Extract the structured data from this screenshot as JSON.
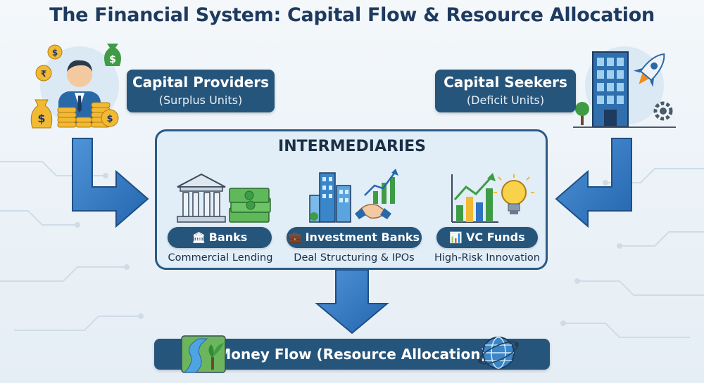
{
  "title": "The Financial System: Capital Flow & Resource Allocation",
  "providers": {
    "label": "Capital Providers",
    "sublabel": "(Surplus Units)"
  },
  "seekers": {
    "label": "Capital Seekers",
    "sublabel": "(Deficit Units)"
  },
  "intermediaries": {
    "title": "INTERMEDIARIES",
    "items": [
      {
        "label": "Banks",
        "caption": "Commercial Lending",
        "icon": "bank-icon"
      },
      {
        "label": "Investment Banks",
        "caption": "Deal Structuring & IPOs",
        "icon": "briefcase-icon"
      },
      {
        "label": "VC Funds",
        "caption": "High-Risk Innovation",
        "icon": "chart-icon"
      }
    ]
  },
  "money_flow": {
    "label": "Money Flow (Resource Allocation)"
  },
  "colors": {
    "navy": "#26557c",
    "arrow_blue": "#2f73c0",
    "box_fill": "#e1edf7",
    "title": "#1e3a5f"
  }
}
